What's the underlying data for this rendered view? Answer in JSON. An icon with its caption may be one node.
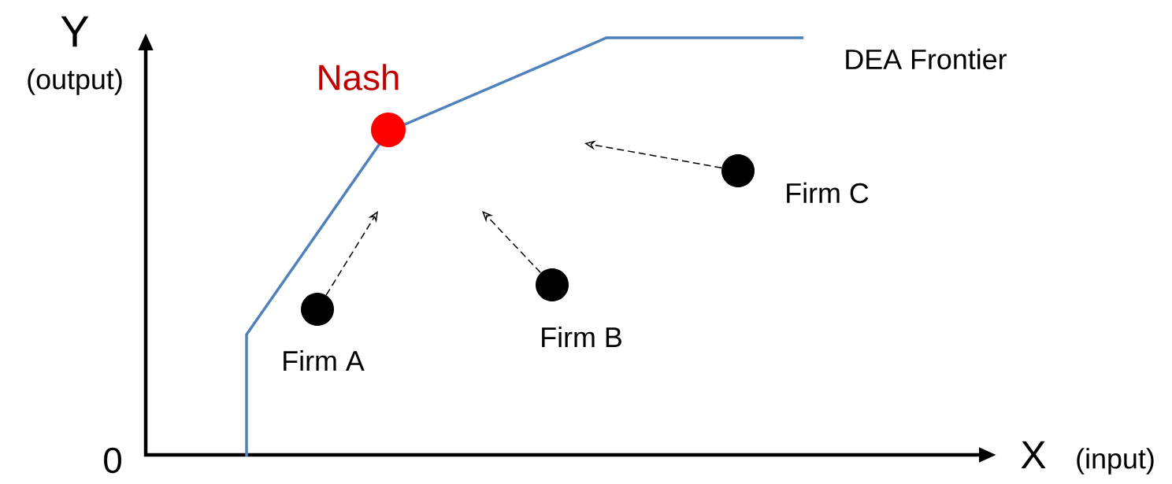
{
  "diagram": {
    "nodes": [
      {
        "text": [],
        "shape": "circle",
        "beside": [
          "Nash"
        ]
      },
      {
        "text": [],
        "shape": "circle",
        "beside": [
          "Firm A"
        ]
      },
      {
        "text": [],
        "shape": "circle",
        "beside": [
          "Firm B"
        ]
      },
      {
        "text": [],
        "shape": "circle",
        "beside": [
          "Firm C"
        ]
      }
    ],
    "edges": [
      {
        "from": 1,
        "to": null,
        "arrow": "to",
        "style": "dashed"
      },
      {
        "from": 2,
        "to": null,
        "arrow": "to",
        "style": "dashed"
      },
      {
        "from": 3,
        "to": null,
        "arrow": "to",
        "style": "dashed"
      }
    ],
    "labels": [
      "Y",
      "(output)",
      "0",
      "X",
      "(input)",
      "DEA Frontier"
    ]
  }
}
